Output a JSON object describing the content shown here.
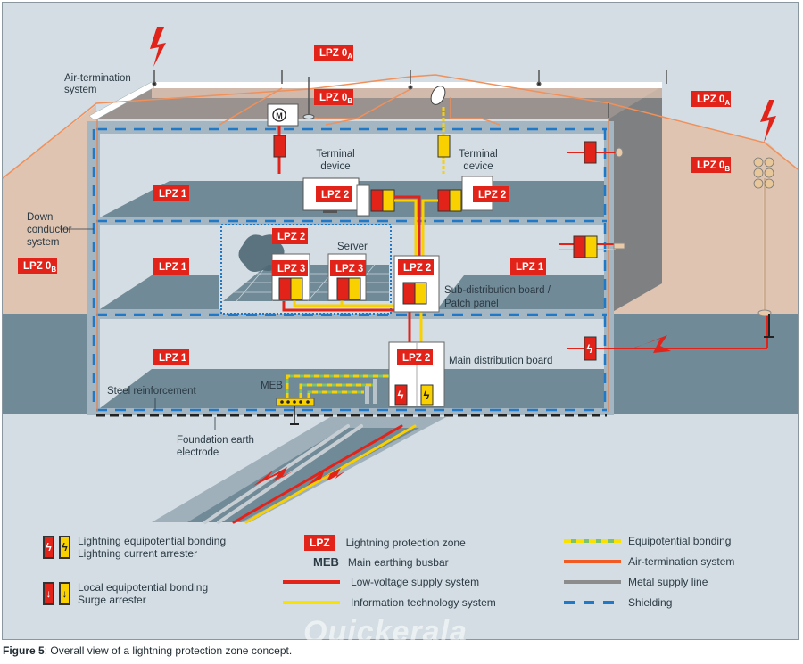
{
  "figure": {
    "caption_label": "Figure 5",
    "caption_text": ": Overall view of a lightning protection zone concept.",
    "watermark": "Quickerala"
  },
  "colors": {
    "lpz_red": "#e2231a",
    "surge_yellow": "#f9d100",
    "shielding_blue": "#1f78c8",
    "air_termination_orange": "#f0905a",
    "zone_0b_fill": "#dfc4b1",
    "metal_grey": "#8c8c8c",
    "background": "#d3dde3"
  },
  "diagram": {
    "callouts": {
      "air_termination": [
        "Air-termination",
        "system"
      ],
      "down_conductor": [
        "Down",
        "conductor",
        "system"
      ],
      "terminal_device_left": [
        "Terminal",
        "device"
      ],
      "terminal_device_right": [
        "Terminal",
        "device"
      ],
      "server": "Server",
      "sub_distribution": [
        "Sub-distribution board /",
        "Patch panel"
      ],
      "main_distribution": "Main distribution board",
      "meb": "MEB",
      "steel_reinforcement": "Steel reinforcement",
      "foundation_earth": [
        "Foundation earth",
        "electrode"
      ],
      "motor_symbol": "M"
    },
    "zones": [
      {
        "id": "lpz-0a-top",
        "label": "LPZ 0",
        "sub": "A"
      },
      {
        "id": "lpz-0b-roof",
        "label": "LPZ 0",
        "sub": "B"
      },
      {
        "id": "lpz-0a-right",
        "label": "LPZ 0",
        "sub": "A"
      },
      {
        "id": "lpz-0b-right",
        "label": "LPZ 0",
        "sub": "B"
      },
      {
        "id": "lpz-0b-left",
        "label": "LPZ 0",
        "sub": "B"
      },
      {
        "id": "lpz-1-top",
        "label": "LPZ 1",
        "sub": ""
      },
      {
        "id": "lpz-1-mid-left",
        "label": "LPZ 1",
        "sub": ""
      },
      {
        "id": "lpz-1-mid-right",
        "label": "LPZ 1",
        "sub": ""
      },
      {
        "id": "lpz-1-bottom",
        "label": "LPZ 1",
        "sub": ""
      },
      {
        "id": "lpz-2-terminal-left",
        "label": "LPZ 2",
        "sub": ""
      },
      {
        "id": "lpz-2-terminal-right",
        "label": "LPZ 2",
        "sub": ""
      },
      {
        "id": "lpz-2-server-room",
        "label": "LPZ 2",
        "sub": ""
      },
      {
        "id": "lpz-3-server-a",
        "label": "LPZ 3",
        "sub": ""
      },
      {
        "id": "lpz-3-server-b",
        "label": "LPZ 3",
        "sub": ""
      },
      {
        "id": "lpz-2-sub-distribution",
        "label": "LPZ 2",
        "sub": ""
      },
      {
        "id": "lpz-2-main-distribution",
        "label": "LPZ 2",
        "sub": ""
      }
    ]
  },
  "legend": {
    "arrester_lightning": [
      "Lightning equipotential bonding",
      "Lightning current arrester"
    ],
    "arrester_surge": [
      "Local equipotential bonding",
      "Surge arrester"
    ],
    "lpz_badge": "LPZ",
    "lpz_text": "Lightning protection zone",
    "meb_badge": "MEB",
    "meb_text": "Main earthing busbar",
    "low_voltage": "Low-voltage supply system",
    "information_tech": "Information technology system",
    "equipotential": "Equipotential bonding",
    "air_termination": "Air-termination system",
    "metal_supply": "Metal supply line",
    "shielding": "Shielding",
    "glyph_lightning": "ϟ",
    "glyph_arrow": "↓"
  }
}
